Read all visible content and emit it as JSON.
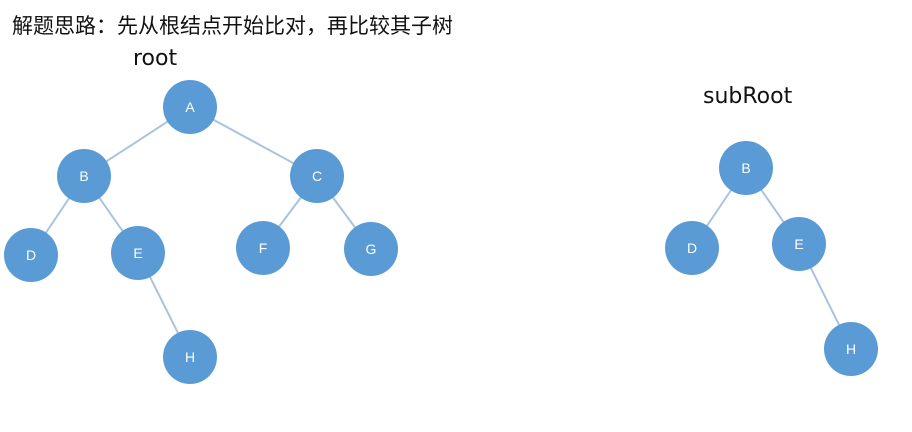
{
  "heading": "解题思路：先从根结点开始比对，再比较其子树",
  "root_tree": {
    "label": "root",
    "nodes": {
      "A": "A",
      "B": "B",
      "C": "C",
      "D": "D",
      "E": "E",
      "F": "F",
      "G": "G",
      "H": "H"
    },
    "edges": [
      [
        "A",
        "B"
      ],
      [
        "A",
        "C"
      ],
      [
        "B",
        "D"
      ],
      [
        "B",
        "E"
      ],
      [
        "E",
        "H"
      ],
      [
        "C",
        "F"
      ],
      [
        "C",
        "G"
      ]
    ]
  },
  "subroot_tree": {
    "label": "subRoot",
    "nodes": {
      "B": "B",
      "D": "D",
      "E": "E",
      "H": "H"
    },
    "edges": [
      [
        "B",
        "D"
      ],
      [
        "B",
        "E"
      ],
      [
        "E",
        "H"
      ]
    ]
  },
  "colors": {
    "node_fill": "#5b9bd5",
    "edge": "#a9c4df",
    "node_text": "#ffffff"
  }
}
